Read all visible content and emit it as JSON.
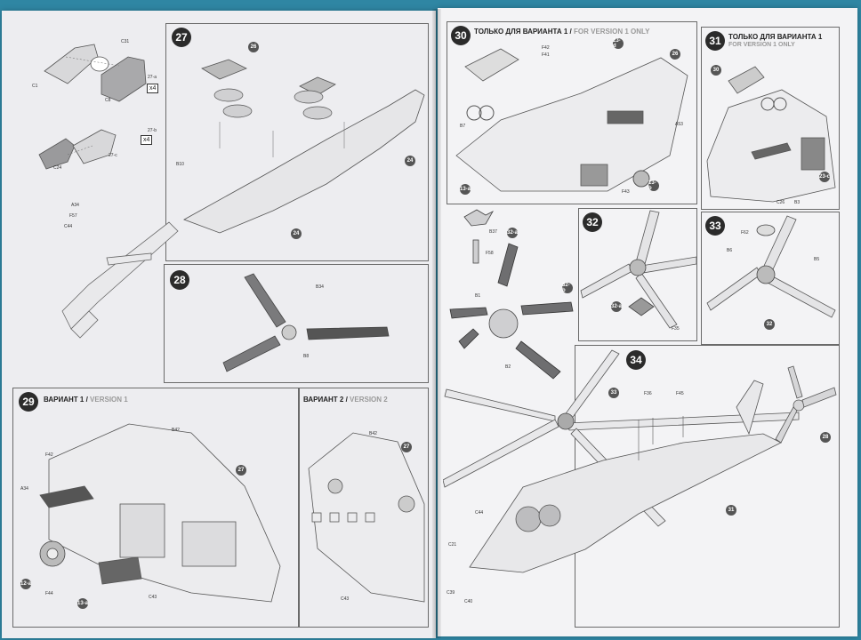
{
  "booklet": {
    "left_page": {
      "steps": [
        {
          "number": "27",
          "parts": [
            "C31",
            "C1",
            "C8",
            "C24",
            "27-a",
            "27-b",
            "27-c",
            "26",
            "B10",
            "A34",
            "F57",
            "C44",
            "24"
          ],
          "quantities": [
            "x4",
            "x4"
          ]
        },
        {
          "number": "28",
          "parts": [
            "B34",
            "B8"
          ]
        },
        {
          "number": "29",
          "title_ru": "ВАРИАНТ 1 /",
          "title_en": "VERSION 1",
          "parts": [
            "B42",
            "F42",
            "A34",
            "C43",
            "F44",
            "12-a",
            "13-a",
            "27"
          ]
        },
        {
          "number": "",
          "title_ru": "ВАРИАНТ 2 /",
          "title_en": "VERSION 2",
          "parts": [
            "B42",
            "C43",
            "27"
          ]
        }
      ]
    },
    "right_page": {
      "steps": [
        {
          "number": "30",
          "title_ru": "ТОЛЬКО ДЛЯ ВАРИАНТА 1 /",
          "title_en": "FOR VERSION 1 ONLY",
          "parts": [
            "F42",
            "F41",
            "23-d",
            "26",
            "B7",
            "A53",
            "F43",
            "13-b",
            "13-a"
          ]
        },
        {
          "number": "31",
          "title_ru": "ТОЛЬКО ДЛЯ ВАРИАНТА 1",
          "title_en": "FOR VERSION 1 ONLY",
          "parts": [
            "30",
            "23-c",
            "C26",
            "B3"
          ]
        },
        {
          "number": "",
          "parts": [
            "B37",
            "F58",
            "B1",
            "32-a",
            "32-b",
            "B2"
          ]
        },
        {
          "number": "32",
          "parts": [
            "32-a",
            "F35"
          ]
        },
        {
          "number": "33",
          "parts": [
            "F62",
            "B6",
            "B5",
            "32"
          ]
        },
        {
          "number": "34",
          "parts": [
            "33",
            "F36",
            "F45",
            "28",
            "31",
            "C44",
            "C21",
            "C39",
            "C40"
          ]
        }
      ]
    }
  },
  "colors": {
    "background": "#2f86a3",
    "paper": "#f1f1f3",
    "step_badge": "#2b2b2b",
    "line": "#6a6a6a"
  }
}
